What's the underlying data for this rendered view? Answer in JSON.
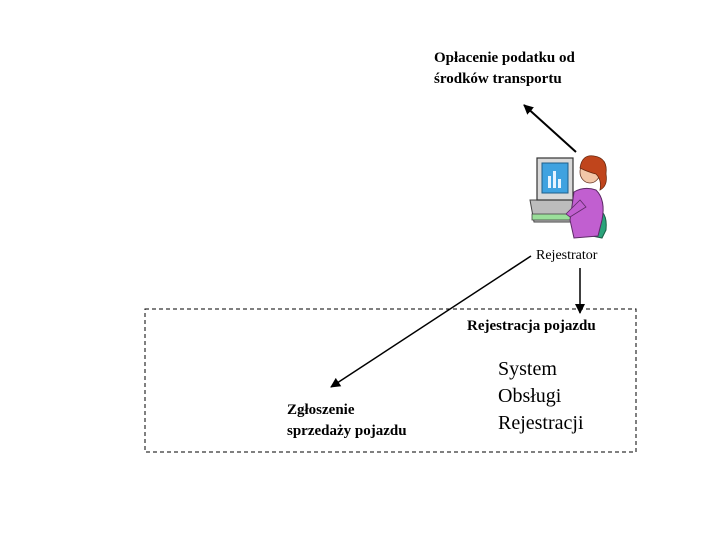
{
  "diagram": {
    "actor": {
      "label": "Rejestrator",
      "icon": "person-at-computer-icon"
    },
    "external_use_case": {
      "line1": "Opłacenie podatku od",
      "line2": "środków transportu"
    },
    "system_boundary": {
      "name_line1": "System",
      "name_line2": "Obsługi",
      "name_line3": "Rejestracji"
    },
    "use_cases": [
      {
        "line1": "Rejestracja pojazdu"
      },
      {
        "line1": "Zgłoszenie",
        "line2": "sprzedaży pojazdu"
      }
    ]
  }
}
